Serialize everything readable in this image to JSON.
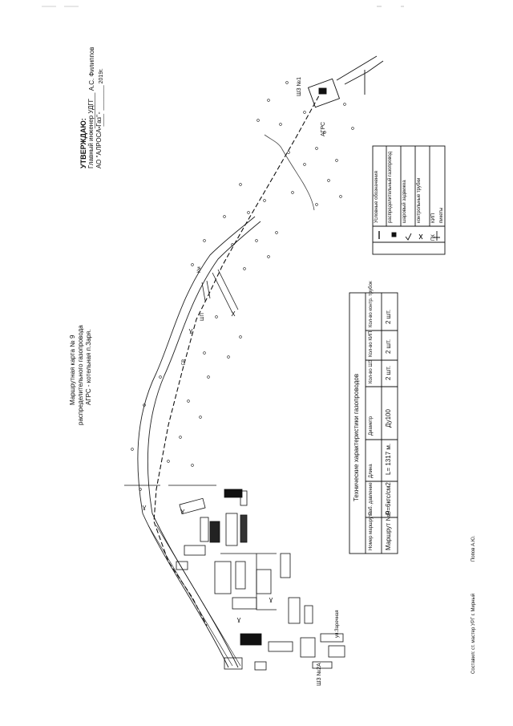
{
  "approval": {
    "heading": "УТВЕРЖДАЮ:",
    "line1": "Главный инженер УДГГ",
    "line2": "АО \"АЛРОСА-Газ\"",
    "signature": "__________ А.С. Филиппов",
    "date": "\"____\" ________ 2019г."
  },
  "title": {
    "line1": "Маршрутная карта № 9",
    "line2": "распределительного газопровода",
    "line3": "АГРС - котельная п.Заря."
  },
  "map_labels": {
    "shp_start": "ШЗ №1",
    "agrs": "АГРС",
    "shp_end": "ШЗ №2А",
    "street": "ул.Заречная",
    "km": "Км",
    "pipe_tag": "ГВ",
    "shp_mid": "ШП"
  },
  "legend": {
    "header": "Условные обозначения",
    "items": [
      {
        "symbol": "line",
        "label": "распределительный газопровод"
      },
      {
        "symbol": "square",
        "label": "шаровый задвижка"
      },
      {
        "symbol": "check",
        "label": "контрольные трубки"
      },
      {
        "symbol": "cross-label",
        "label": "КИП"
      },
      {
        "symbol": "pk",
        "label": "пикеты",
        "mark": "ПК"
      }
    ]
  },
  "tech_table": {
    "title": "Технические характеристики газопроводов",
    "headers": [
      "Номер маршрута",
      "Раб. давление",
      "Длина",
      "Диаметр",
      "Кол-во ШЗ",
      "Кол-во КИП",
      "Кол-во контр. трубок"
    ],
    "row": [
      "Маршрут №9",
      "Р=6кгс/см2",
      "L= 1317 м.",
      "Ду100",
      "2 шт.",
      "2 шт.",
      "2 шт."
    ]
  },
  "footer": {
    "compiled": "Составил: ст. мастер УРГ г. Мирный",
    "name": "Попов А.Ю."
  }
}
